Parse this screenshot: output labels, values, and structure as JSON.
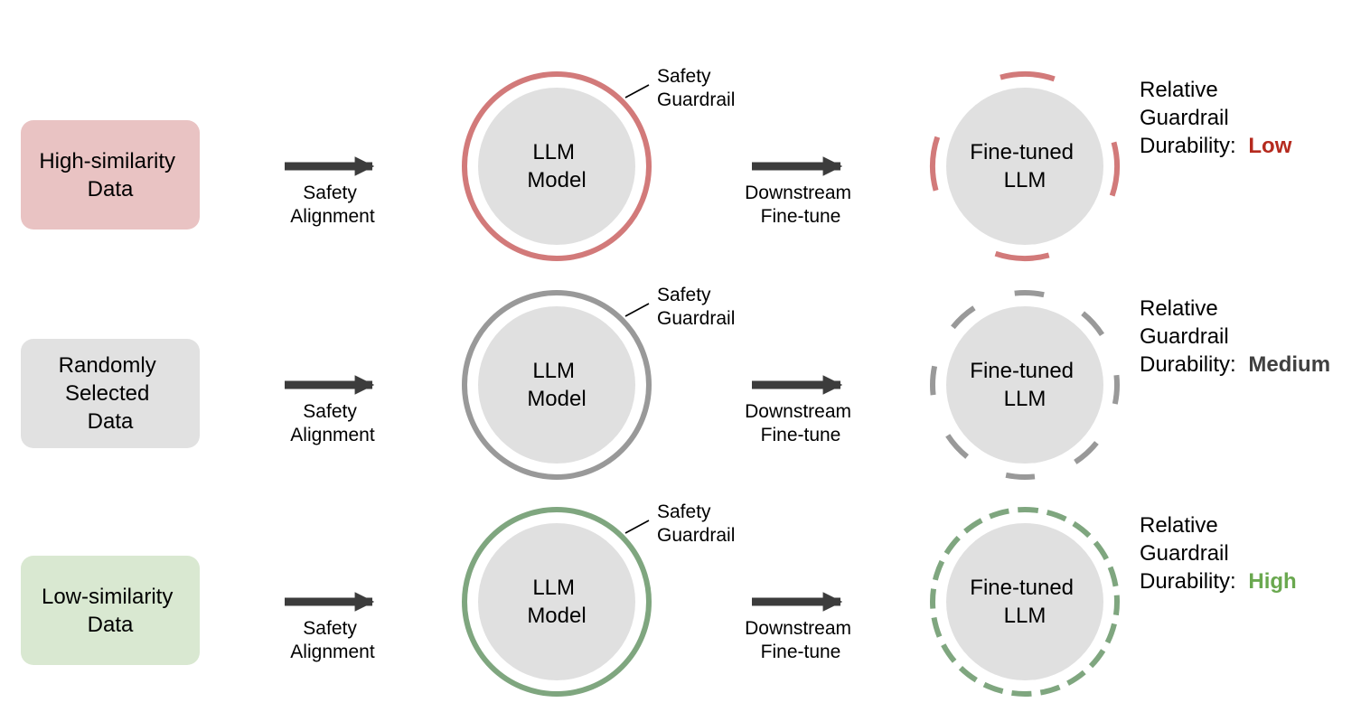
{
  "colors": {
    "red_ring": "#d27a7a",
    "gray_ring": "#999999",
    "green_ring": "#7fa67f",
    "red_box": "#e9c3c3",
    "gray_box": "#e1e1e1",
    "green_box": "#d9e8d1",
    "model_fill": "#e0e0e0",
    "arrow": "#3c3c3c",
    "level_low": "#b52a1e",
    "level_medium": "#404040",
    "level_high": "#6aa84f"
  },
  "rows": [
    {
      "data_label": [
        "High-similarity",
        "Data"
      ],
      "arrow1_label": [
        "Safety",
        "Alignment"
      ],
      "model_label": [
        "LLM",
        "Model"
      ],
      "guardrail_label": [
        "Safety",
        "Guardrail"
      ],
      "arrow2_label": [
        "Downstream",
        "Fine-tune"
      ],
      "finetuned_label": [
        "Fine-tuned",
        "LLM"
      ],
      "durability_label": [
        "Relative",
        "Guardrail",
        "Durability:"
      ],
      "durability_level": "Low"
    },
    {
      "data_label": [
        "Randomly",
        "Selected",
        "Data"
      ],
      "arrow1_label": [
        "Safety",
        "Alignment"
      ],
      "model_label": [
        "LLM",
        "Model"
      ],
      "guardrail_label": [
        "Safety",
        "Guardrail"
      ],
      "arrow2_label": [
        "Downstream",
        "Fine-tune"
      ],
      "finetuned_label": [
        "Fine-tuned",
        "LLM"
      ],
      "durability_label": [
        "Relative",
        "Guardrail",
        "Durability:"
      ],
      "durability_level": "Medium"
    },
    {
      "data_label": [
        "Low-similarity",
        "Data"
      ],
      "arrow1_label": [
        "Safety",
        "Alignment"
      ],
      "model_label": [
        "LLM",
        "Model"
      ],
      "guardrail_label": [
        "Safety",
        "Guardrail"
      ],
      "arrow2_label": [
        "Downstream",
        "Fine-tune"
      ],
      "finetuned_label": [
        "Fine-tuned",
        "LLM"
      ],
      "durability_label": [
        "Relative",
        "Guardrail",
        "Durability:"
      ],
      "durability_level": "High"
    }
  ]
}
